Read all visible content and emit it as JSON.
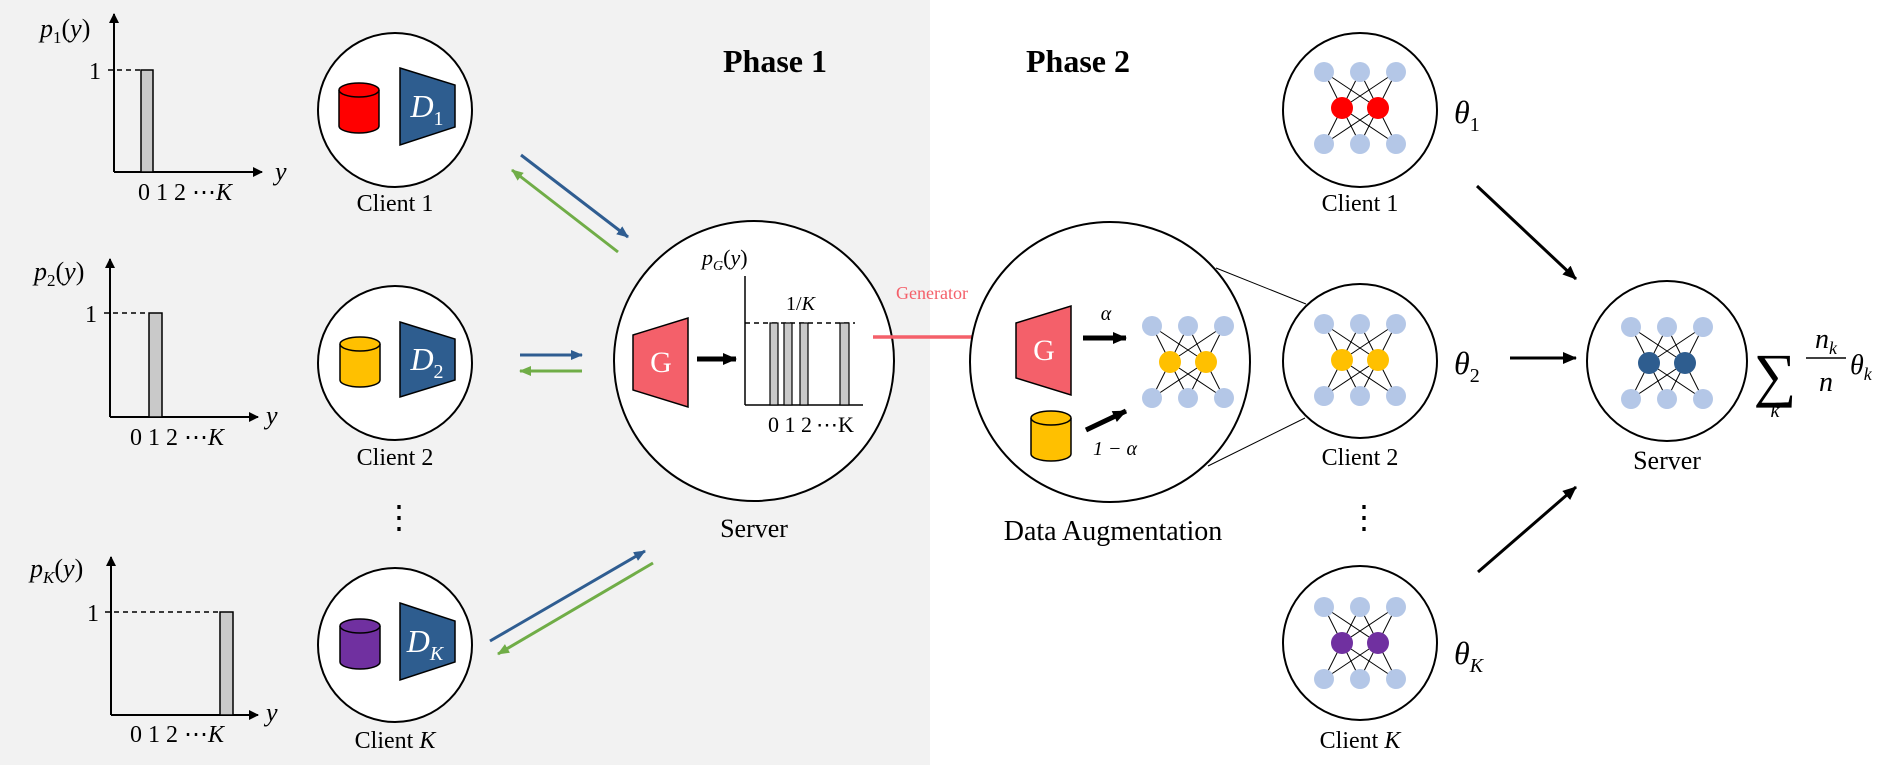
{
  "phase1": {
    "title": "Phase 1",
    "histograms": [
      {
        "ylabel": "p",
        "ysub": "1",
        "tick_one": "1",
        "xlabel": "y",
        "xticks": "0 1 2",
        "dots": "⋯",
        "xlast": "K",
        "bar_category": 0,
        "bar_value": 1
      },
      {
        "ylabel": "p",
        "ysub": "2",
        "tick_one": "1",
        "xlabel": "y",
        "xticks": "0 1 2",
        "dots": "⋯",
        "xlast": "K",
        "bar_category": 1,
        "bar_value": 1
      },
      {
        "ylabel": "p",
        "ysub": "K",
        "tick_one": "1",
        "xlabel": "y",
        "xticks": "0 1 2",
        "dots": "⋯",
        "xlast": "K",
        "bar_category": "K",
        "bar_value": 1
      }
    ],
    "clients": [
      {
        "label": "Client 1",
        "model": "D",
        "model_sub": "1",
        "data_color": "#ff0000"
      },
      {
        "label": "Client 2",
        "model": "D",
        "model_sub": "2",
        "data_color": "#ffc000"
      },
      {
        "label": "Client ",
        "label_italic": "K",
        "model": "D",
        "model_sub": "K",
        "data_color": "#7030a0"
      }
    ],
    "vdots": "⋮",
    "server": {
      "label": "Server",
      "generator": "G",
      "dist_label": "p",
      "dist_sub": "G",
      "dist_level": "1/",
      "dist_level_italic": "K",
      "xticks": "0 1 2",
      "dots": "⋯",
      "xlast": "K"
    },
    "generator_arrow_label": "Generator"
  },
  "phase2": {
    "title": "Phase 2",
    "augmentation": {
      "label": "Data Augmentation",
      "generator": "G",
      "alpha": "α",
      "one_minus_alpha": "1 − α"
    },
    "clients": [
      {
        "label": "Client 1",
        "theta_sub": "1",
        "node_color": "#ff0000"
      },
      {
        "label": "Client 2",
        "theta_sub": "2",
        "node_color": "#ffc000"
      },
      {
        "label": "Client ",
        "label_italic": "K",
        "theta_sub": "K",
        "node_color": "#7030a0"
      }
    ],
    "theta": "θ",
    "vdots": "⋮",
    "server": {
      "label": "Server",
      "node_color": "#2e5d8f",
      "sum_symbol": "∑",
      "sum_index": "k",
      "numerator": "n",
      "numerator_sub": "k",
      "denominator": "n",
      "theta": "θ",
      "theta_sub": "k"
    }
  },
  "colors": {
    "phase1_bg": "#f2f2f2",
    "model_blue": "#2e5d8f",
    "generator_red": "#f4606a",
    "upload_arrow": "#2f5d91",
    "download_arrow": "#70ad47",
    "generator_arrow": "#f4606a",
    "bar_fill": "#c9c9c9",
    "node_light": "#b4c7e7"
  }
}
